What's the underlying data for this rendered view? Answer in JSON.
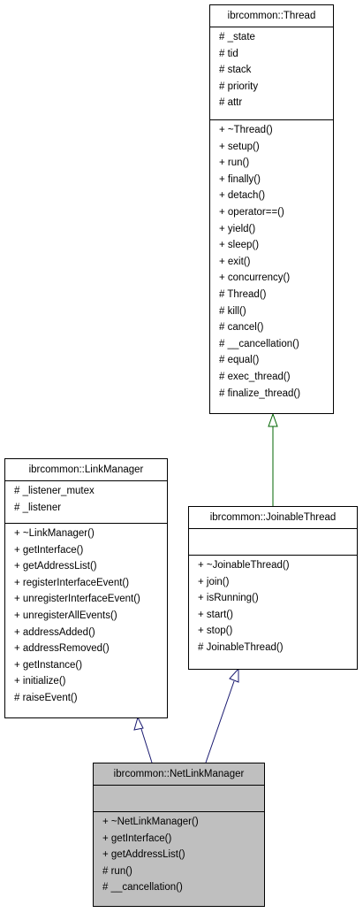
{
  "thread": {
    "name": "ibrcommon::Thread",
    "attributes": [
      "# _state",
      "# tid",
      "# stack",
      "# priority",
      "# attr"
    ],
    "methods": [
      "+ ~Thread()",
      "+ setup()",
      "+ run()",
      "+ finally()",
      "+ detach()",
      "+ operator==()",
      "+ yield()",
      "+ sleep()",
      "+ exit()",
      "+ concurrency()",
      "# Thread()",
      "# kill()",
      "# cancel()",
      "# __cancellation()",
      "# equal()",
      "# exec_thread()",
      "# finalize_thread()"
    ]
  },
  "link_manager": {
    "name": "ibrcommon::LinkManager",
    "attributes": [
      "# _listener_mutex",
      "# _listener"
    ],
    "methods": [
      "+ ~LinkManager()",
      "+ getInterface()",
      "+ getAddressList()",
      "+ registerInterfaceEvent()",
      "+ unregisterInterfaceEvent()",
      "+ unregisterAllEvents()",
      "+ addressAdded()",
      "+ addressRemoved()",
      "+ getInstance()",
      "+ initialize()",
      "# raiseEvent()"
    ]
  },
  "joinable_thread": {
    "name": "ibrcommon::JoinableThread",
    "attributes": [],
    "methods": [
      "+ ~JoinableThread()",
      "+ join()",
      "+ isRunning()",
      "+ start()",
      "+ stop()",
      "# JoinableThread()"
    ]
  },
  "net_link_manager": {
    "name": "ibrcommon::NetLinkManager",
    "attributes": [],
    "methods": [
      "+ ~NetLinkManager()",
      "+ getInterface()",
      "+ getAddressList()",
      "# run()",
      "# __cancellation()"
    ]
  },
  "colors": {
    "inherit_public": "#191970",
    "inherit_protected": "#006400",
    "highlight_box": "#bfbfbf"
  }
}
